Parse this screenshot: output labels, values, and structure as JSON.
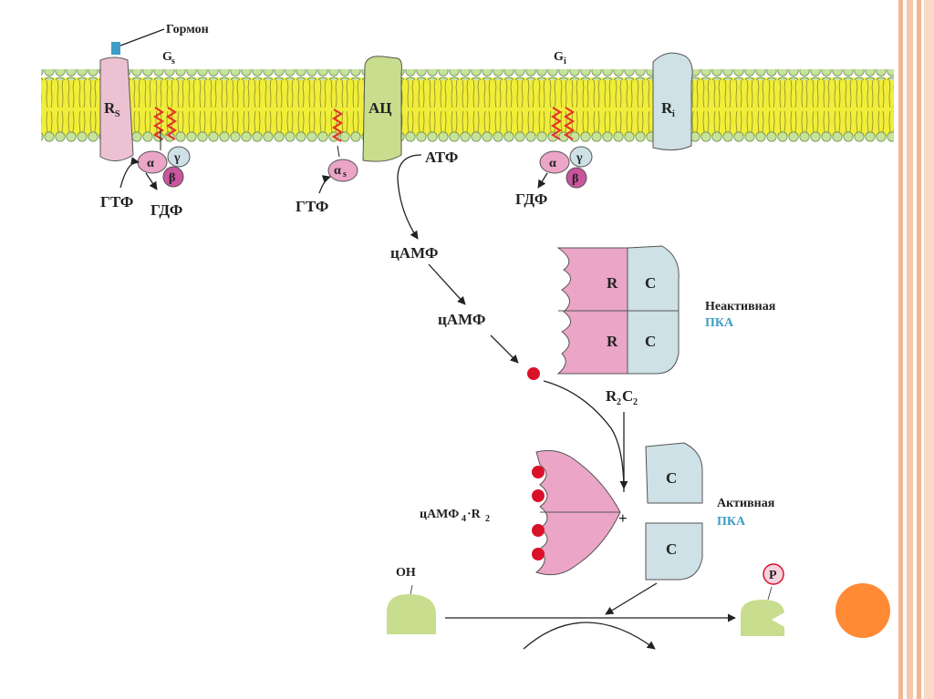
{
  "diagram": {
    "labels": {
      "hormone": "Гормон",
      "gs": "G",
      "gs_sub": "s",
      "gi": "G",
      "gi_sub": "i",
      "rs": "R",
      "rs_sub": "S",
      "ri": "R",
      "ri_sub": "i",
      "ac": "АЦ",
      "atp": "АТФ",
      "gtp_left": "ГТФ",
      "gdp_left": "ГДФ",
      "gtp_mid": "ГТФ",
      "gdp_right": "ГДФ",
      "alpha": "α",
      "alpha_s": "α",
      "alpha_s_sub": "s",
      "beta": "β",
      "gamma": "γ",
      "camp1": "цАМФ",
      "camp2": "цАМФ",
      "r": "R",
      "c": "C",
      "inactive_line1": "Неактивная",
      "inactive_line2": "ПКА",
      "r2c2": "R",
      "r2c2_sub1": "2",
      "r2c2_c": "C",
      "r2c2_sub2": "2",
      "camp4r2_main": "цАМФ",
      "camp4r2_sub": "4",
      "camp4r2_rest": "·R",
      "camp4r2_sub2": "2",
      "plus": "+",
      "active_line1": "Активная",
      "active_line2": "ПКА",
      "oh": "OH",
      "p": "P"
    },
    "colors": {
      "membrane_yellow": "#f1ee3a",
      "membrane_head": "#c7e39a",
      "receptor_pink": "#ecc2d2",
      "receptor_blue": "#cfe1e6",
      "ac_green": "#c8dd8d",
      "pink": "#eaa5c7",
      "lightblue": "#cde1e6",
      "camp_red": "#d9122a",
      "accent_orange": "#ff8a33",
      "border_orange": "#f4b48f"
    }
  }
}
